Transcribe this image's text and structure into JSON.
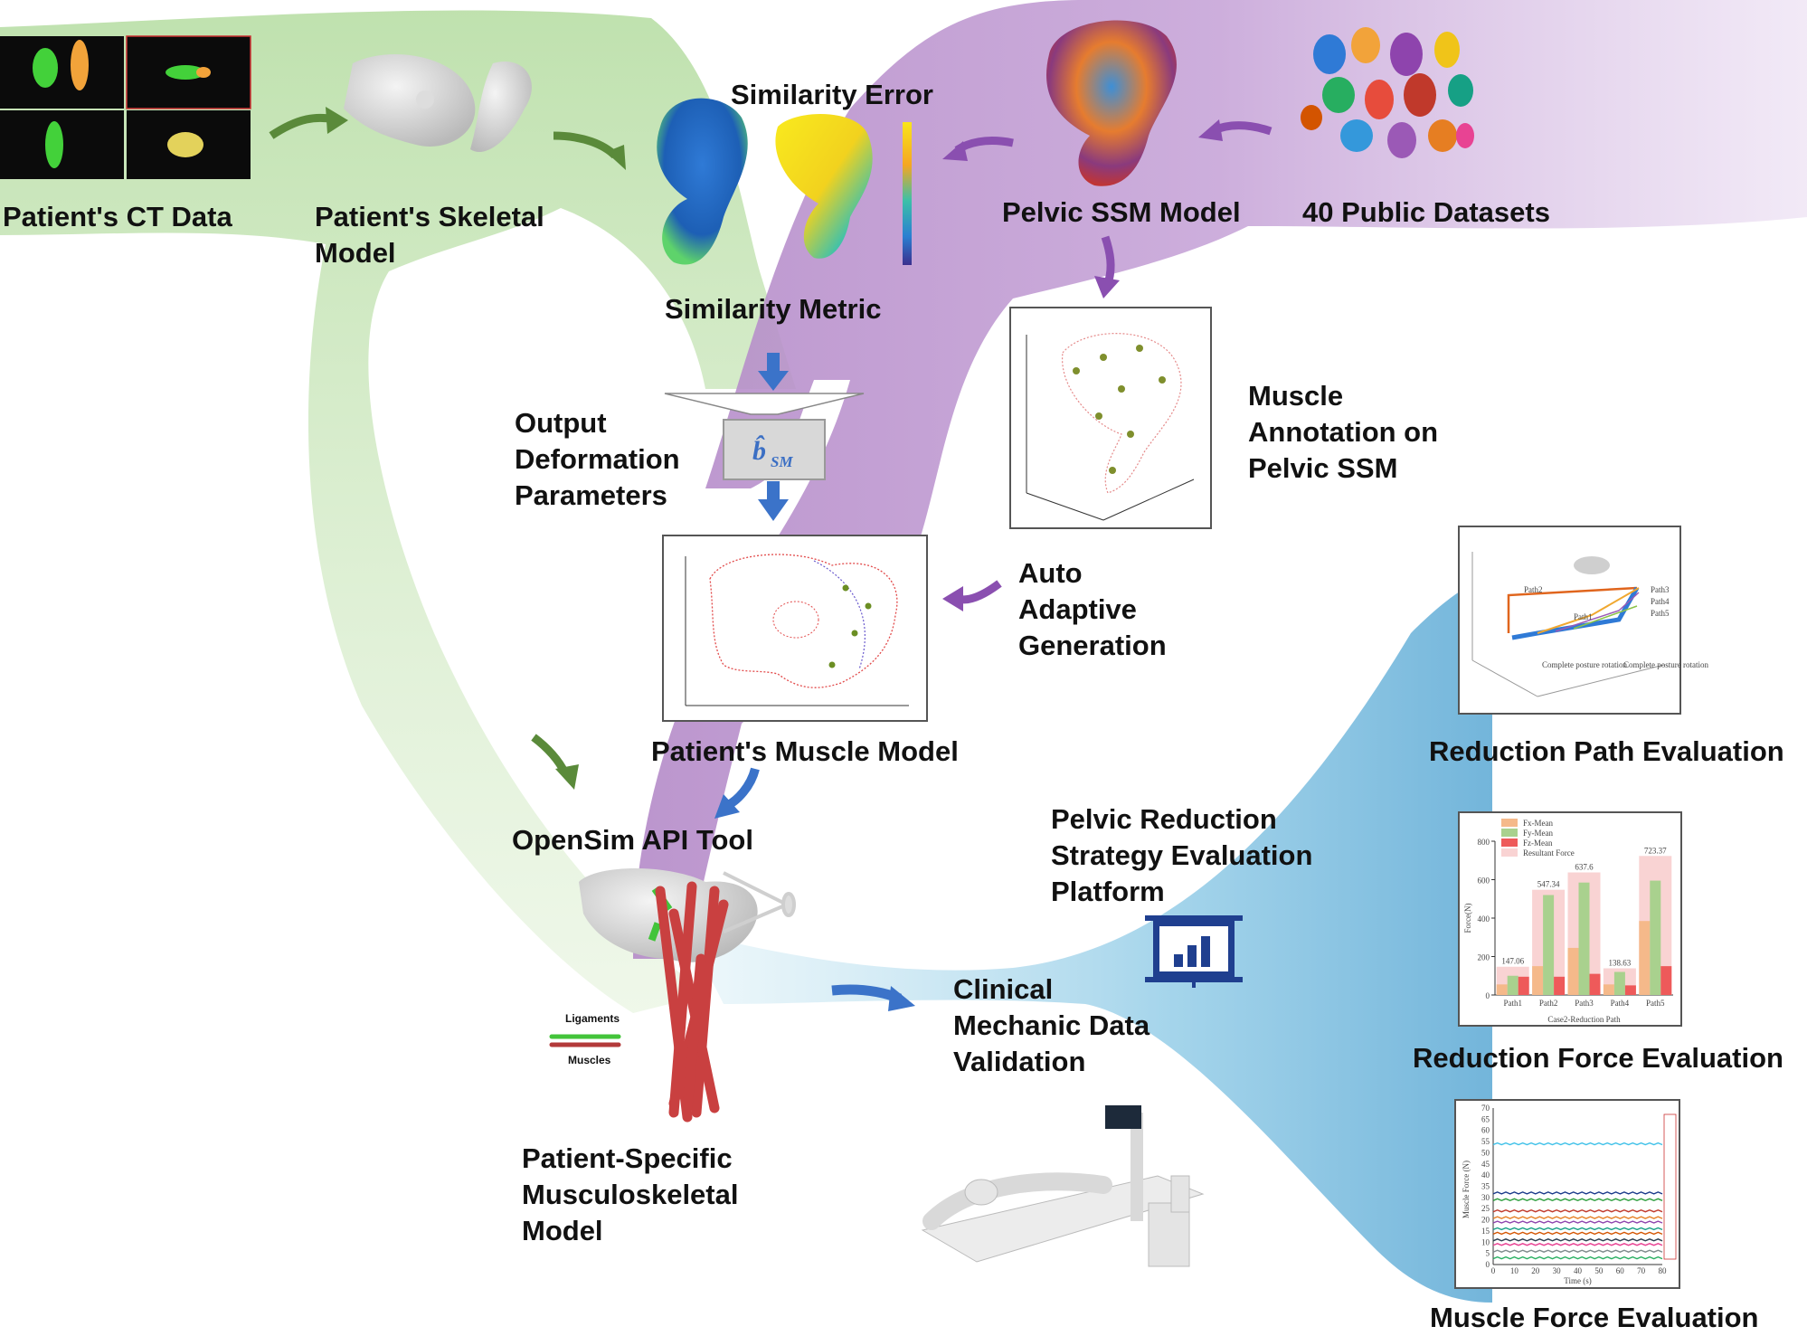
{
  "labels": {
    "ct_data": "Patient's CT Data",
    "skeletal_model": [
      "Patient's Skeletal",
      "Model"
    ],
    "similarity_error": "Similarity Error",
    "similarity_metric": "Similarity Metric",
    "pelvic_ssm": "Pelvic SSM Model",
    "public_datasets": "40 Public Datasets",
    "output_params": [
      "Output",
      "Deformation",
      "Parameters"
    ],
    "bsm_symbol": "b̂",
    "bsm_subscript": "SM",
    "muscle_annotation": [
      "Muscle",
      "Annotation on",
      "Pelvic SSM"
    ],
    "auto_adaptive": [
      "Auto",
      "Adaptive",
      "Generation"
    ],
    "muscle_model": "Patient's Muscle Model",
    "opensim": "OpenSim API Tool",
    "musculoskeletal": [
      "Patient-Specific",
      "Musculoskeletal",
      "Model"
    ],
    "platform": [
      "Pelvic Reduction",
      "Strategy Evaluation",
      "Platform"
    ],
    "clinical": [
      "Clinical",
      "Mechanic Data",
      "Validation"
    ],
    "reduction_path_eval": "Reduction Path Evaluation",
    "reduction_force_eval": "Reduction Force Evaluation",
    "muscle_force_eval": "Muscle Force Evaluation"
  },
  "legend_ligaments_muscles": {
    "ligaments": "Ligaments",
    "muscles": "Muscles"
  },
  "path_panel": {
    "paths": [
      "Path1",
      "Path2",
      "Path3",
      "Path4",
      "Path5"
    ],
    "notes": [
      "Complete posture rotation",
      "Complete posture rotation"
    ]
  },
  "colors": {
    "green_flow": "#b9dea6",
    "purple_flow": "#c9a8d8",
    "blue_flow": "#8cc7e3",
    "arrow_blue": "#3b73c9",
    "arrow_green": "#5a8a3a",
    "arrow_purple": "#8a4fb0",
    "fx": "#f5b98a",
    "fy": "#a9d18e",
    "fz": "#ee5a5a",
    "resultant": "#f9d3d3"
  },
  "chart_data": [
    {
      "type": "bar",
      "title": "",
      "xlabel": "Case2-Reduction Path",
      "ylabel": "Force(N)",
      "ylim": [
        0,
        800
      ],
      "yticks": [
        0,
        200,
        400,
        600,
        800
      ],
      "categories": [
        "Path1",
        "Path2",
        "Path3",
        "Path4",
        "Path5"
      ],
      "series": [
        {
          "name": "Fx-Mean",
          "values": [
            55,
            150,
            245,
            55,
            385
          ]
        },
        {
          "name": "Fy-Mean",
          "values": [
            100,
            520,
            585,
            120,
            595
          ]
        },
        {
          "name": "Fz-Mean",
          "values": [
            95,
            95,
            110,
            50,
            150
          ]
        },
        {
          "name": "Resultant Force",
          "values": [
            147.06,
            547.34,
            637.6,
            138.63,
            723.37
          ]
        }
      ],
      "data_labels": [
        "147.06",
        "547.34",
        "637.6",
        "138.63",
        "723.37"
      ],
      "legend": "top-left"
    },
    {
      "type": "line",
      "title": "",
      "xlabel": "Time (s)",
      "ylabel": "Muscle Force (N)",
      "xlim": [
        0,
        80
      ],
      "ylim": [
        0,
        70
      ],
      "xticks": [
        0,
        10,
        20,
        30,
        40,
        50,
        60,
        70,
        80
      ],
      "yticks": [
        0,
        5,
        10,
        15,
        20,
        25,
        30,
        35,
        40,
        45,
        50,
        55,
        60,
        65,
        70
      ],
      "series": [
        {
          "level": 54,
          "color": "#3cc0e8"
        },
        {
          "level": 32,
          "color": "#1a3a8a"
        },
        {
          "level": 29,
          "color": "#2e9e3e"
        },
        {
          "level": 24,
          "color": "#c0392b"
        },
        {
          "level": 21,
          "color": "#e67e22"
        },
        {
          "level": 19,
          "color": "#8e44ad"
        },
        {
          "level": 16,
          "color": "#16a085"
        },
        {
          "level": 14,
          "color": "#d35400"
        },
        {
          "level": 11,
          "color": "#2c3e50"
        },
        {
          "level": 9,
          "color": "#e84393"
        },
        {
          "level": 6,
          "color": "#7f8c8d"
        },
        {
          "level": 3,
          "color": "#27ae60"
        }
      ],
      "legend": "right"
    }
  ]
}
